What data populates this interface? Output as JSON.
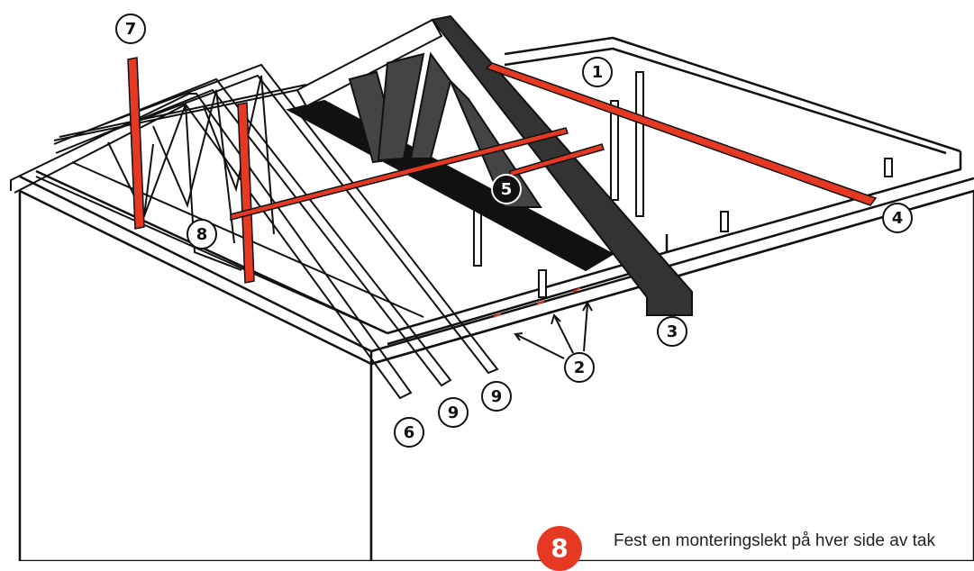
{
  "callouts": [
    "1",
    "2",
    "3",
    "4",
    "5",
    "6",
    "7",
    "8",
    "9",
    "9"
  ],
  "step": {
    "number": "8",
    "text": "Fest en monteringslekt på hver side av tak"
  },
  "colors": {
    "accent": "#e63923",
    "line": "#111111",
    "background": "#ffffff"
  }
}
